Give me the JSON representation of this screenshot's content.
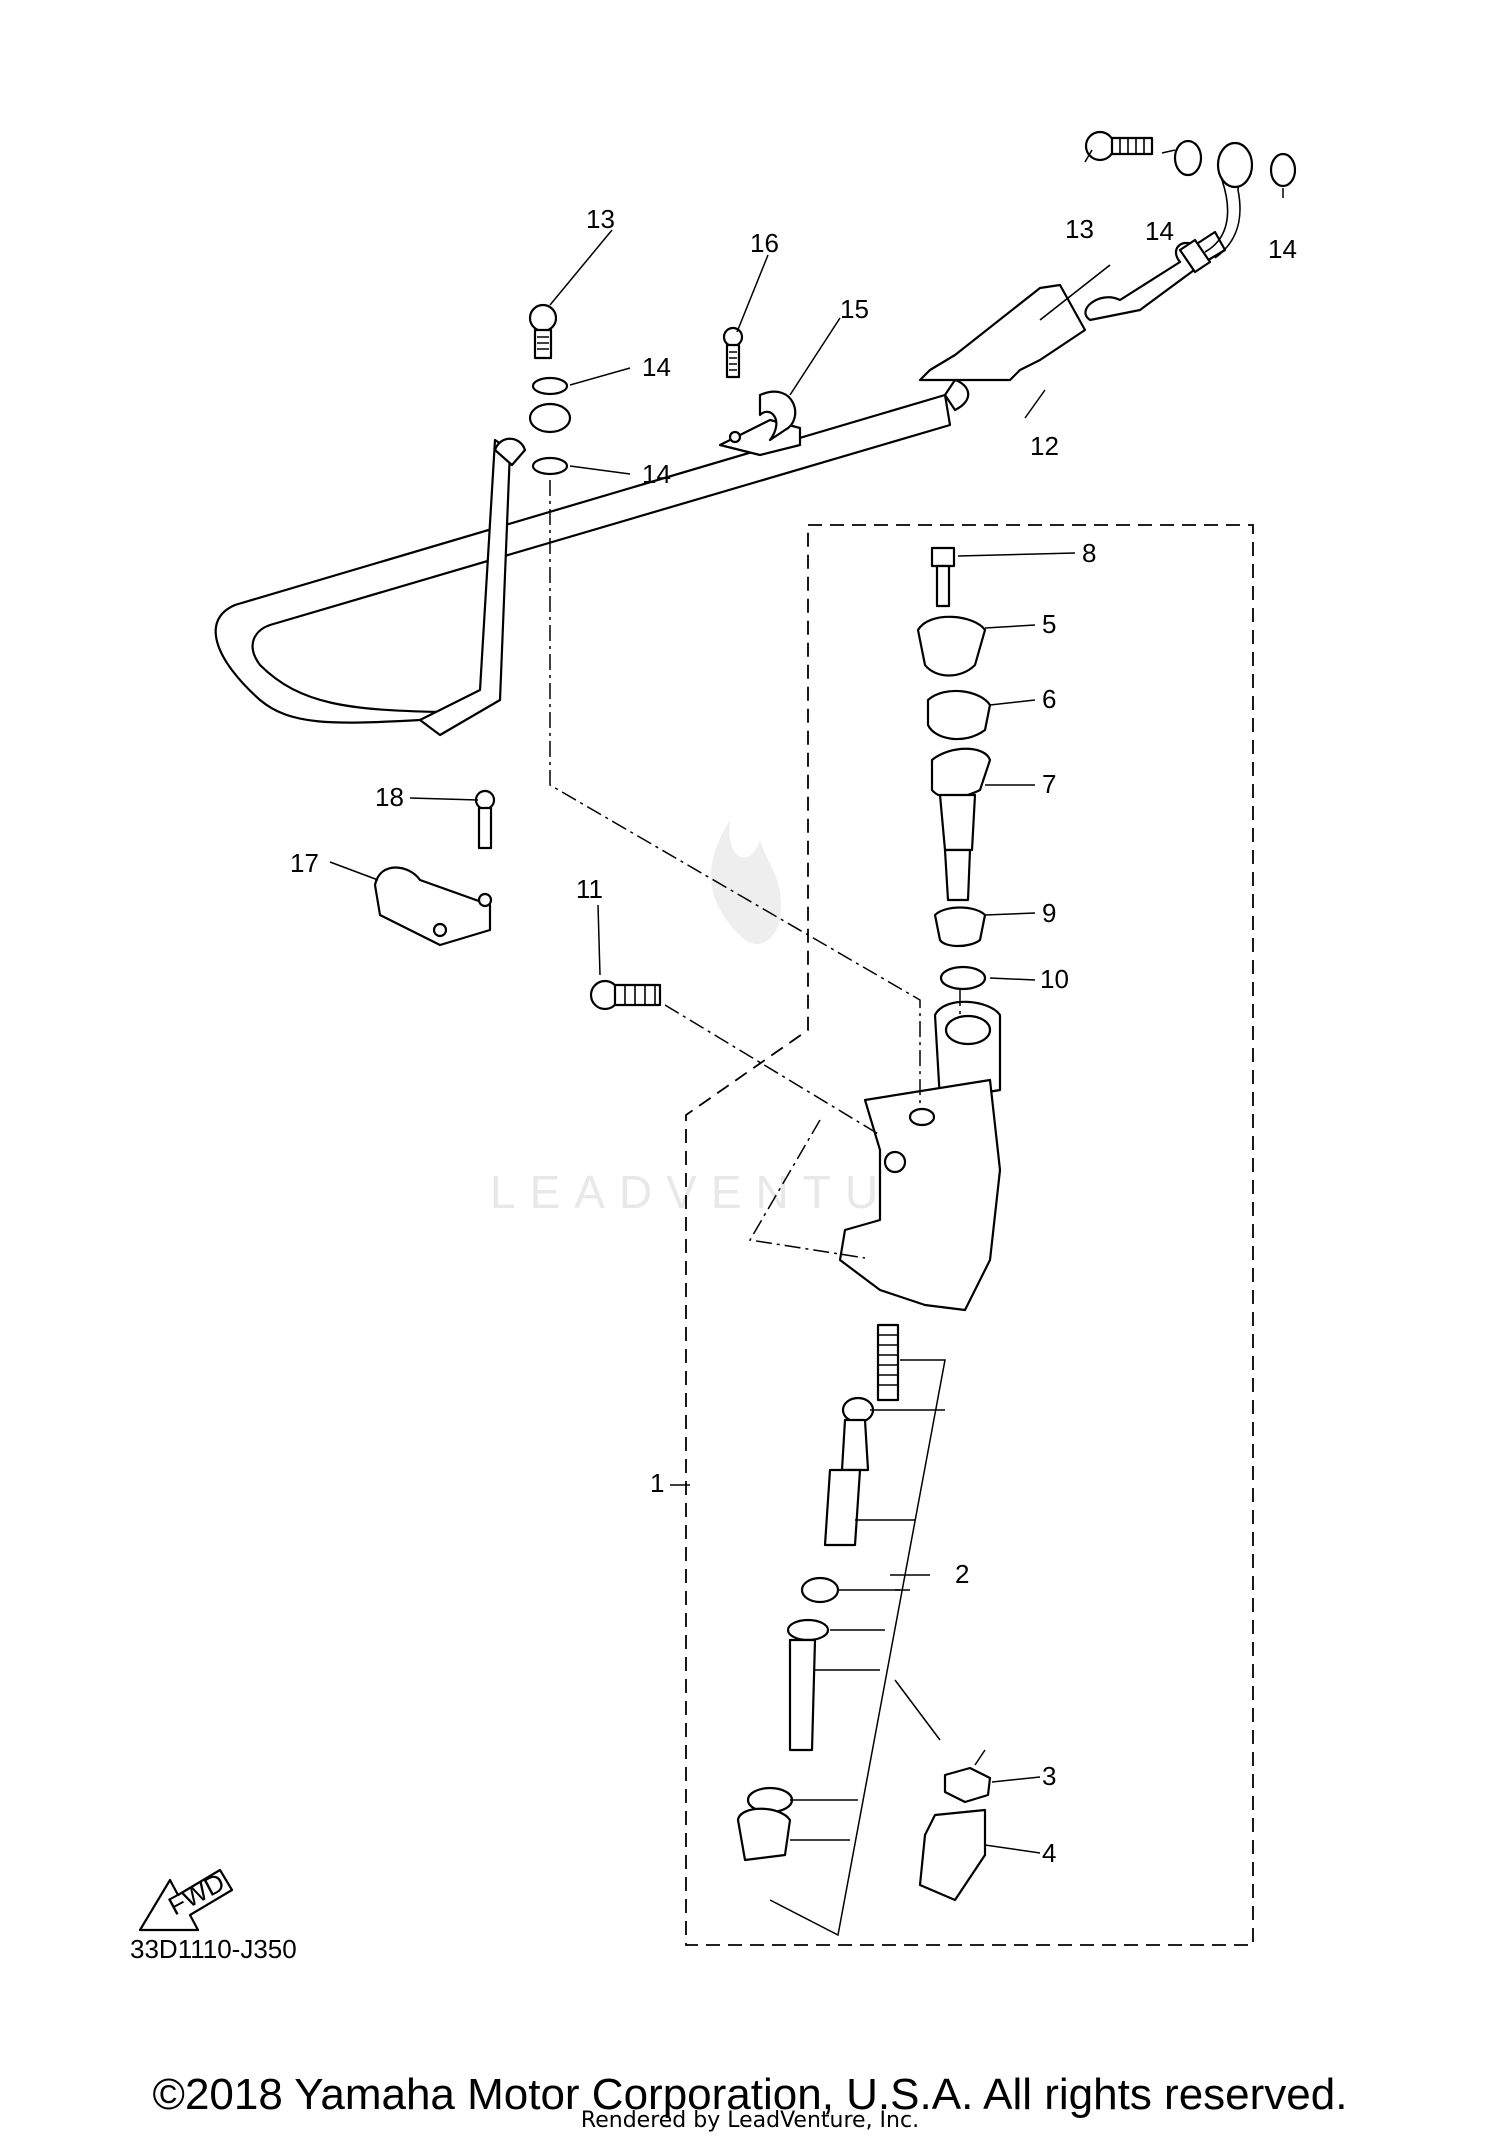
{
  "diagram": {
    "callouts": [
      "1",
      "2",
      "3",
      "4",
      "5",
      "6",
      "7",
      "8",
      "9",
      "10",
      "11",
      "12",
      "13",
      "13",
      "14",
      "14",
      "14",
      "14",
      "15",
      "16",
      "17",
      "18"
    ],
    "fwd_label": "FWD",
    "diagram_code": "33D1110-J350",
    "watermark": "LEADVENTURE"
  },
  "footer": {
    "copyright": "©2018 Yamaha Motor Corporation, U.S.A. All rights reserved.",
    "rendered_by": "Rendered by LeadVenture, Inc."
  }
}
